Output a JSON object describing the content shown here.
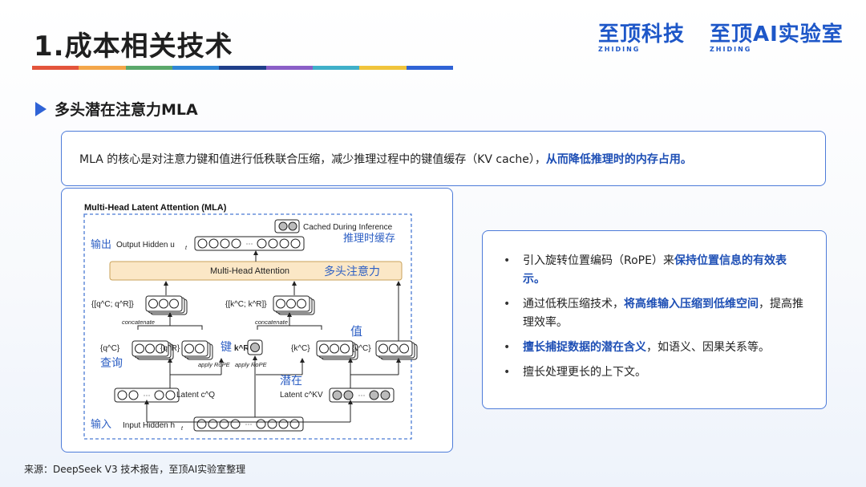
{
  "page": {
    "title": "1.成本相关技术",
    "rule_colors": [
      "#e3543b",
      "#f3a64a",
      "#5aa86b",
      "#2f86d6",
      "#1f3f8a",
      "#8a5fc7",
      "#3fb0c9",
      "#f0c43b",
      "#2f63d6"
    ]
  },
  "logos": [
    {
      "main": "至顶科技",
      "sub": "ZHIDING"
    },
    {
      "main": "至顶AI实验室",
      "sub": "ZHIDING"
    }
  ],
  "section": {
    "icon": "play-triangle-icon",
    "title": "多头潜在注意力MLA"
  },
  "summary": {
    "text": "MLA 的核心是对注意力键和值进行低秩联合压缩，减少推理过程中的键值缓存（KV cache），",
    "highlight": "从而降低推理时的内存占用。"
  },
  "diagram": {
    "title": "Multi-Head Latent Attention (MLA)",
    "cached_label": "Cached During Inference",
    "cached_cn": "推理时缓存",
    "output_cn": "输出",
    "output_label": "Output Hidden u",
    "output_sub": "t",
    "mha_label": "Multi-Head Attention",
    "mha_cn": "多头注意力",
    "q_concat_label": "{[q^C; q^R]}",
    "k_concat_label": "{[k^C; k^R]}",
    "concatenate": "concatenate",
    "qc_label": "{q^C}",
    "qr_label": "{q^R}",
    "query_cn": "查询",
    "apply_rope": "apply RoPE",
    "key_cn": "键",
    "kr_label": "k^R",
    "kc_label": "{k^C}",
    "vc_label": "{v^C}",
    "value_cn": "值",
    "latent_q": "Latent c^Q",
    "latent_kv": "Latent c^KV",
    "latent_cn": "潜在",
    "input_cn": "输入",
    "input_label": "Input Hidden h",
    "input_sub": "t",
    "ellipsis": "···"
  },
  "bullets": [
    {
      "pre": "引入旋转位置编码（RoPE）来",
      "bold": "保持位置信息的有效表示。",
      "post": ""
    },
    {
      "pre": "通过低秩压缩技术，",
      "bold": "将高维输入压缩到低维空间",
      "post": "，提高推理效率。"
    },
    {
      "pre": "",
      "bold": "擅长捕捉数据的潜在含义",
      "post": "，如语义、因果关系等。"
    },
    {
      "pre": "擅长处理更长的上下文。",
      "bold": "",
      "post": ""
    }
  ],
  "source": "来源：DeepSeek V3 技术报告，至顶AI实验室整理"
}
